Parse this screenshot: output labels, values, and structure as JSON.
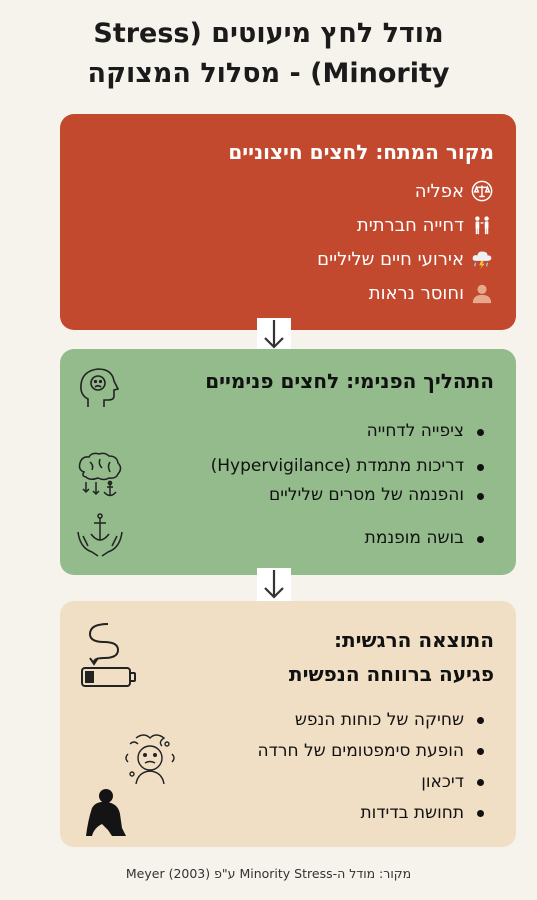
{
  "title": {
    "line1": "מודל לחץ מיעוטים (Stress",
    "line2": "Minority) - מסלול המצוקה"
  },
  "external": {
    "heading": "מקור המתח: לחצים חיצוניים",
    "items": [
      {
        "label": "אפליה",
        "icon": "scales-icon"
      },
      {
        "label": "דחייה חברתית",
        "icon": "people-rejection-icon"
      },
      {
        "label": "אירועי חיים שליליים",
        "icon": "storm-cloud-icon"
      },
      {
        "label": "וחוסר נראות",
        "icon": "invisible-person-icon"
      }
    ]
  },
  "internal": {
    "heading": "התהליך הפנימי: לחצים פנימיים",
    "bullets": [
      "ציפייה לדחייה",
      "דריכות מתמדת (Hypervigilance)",
      "והפנמה של מסרים שליליים",
      "בושה מופנמת"
    ]
  },
  "outcome": {
    "heading_line1": "התוצאה הרגשית:",
    "heading_line2": "פגיעה ברווחה הנפשית",
    "bullets": [
      "שחיקה של כוחות הנפש",
      "הופעת סימפטומים של חרדה",
      "דיכאון",
      "תחושת בדידות"
    ]
  },
  "source": "מקור: מודל ה-Minority Stress ע\"פ Meyer (2003)",
  "colors": {
    "external_bg": "#c2482e",
    "internal_bg": "#93bb8c",
    "outcome_bg": "#f0dfc4",
    "connector": "#d98b70"
  }
}
